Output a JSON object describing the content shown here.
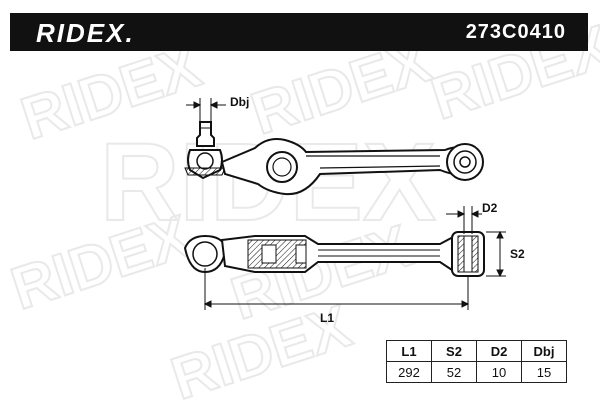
{
  "header": {
    "brand": "RIDEX.",
    "part_number": "273C0410"
  },
  "watermark": {
    "text": "RIDEX"
  },
  "dimensions": {
    "dbj_label": "Dbj",
    "d2_label": "D2",
    "s2_label": "S2",
    "l1_label": "L1"
  },
  "spec_table": {
    "headers": [
      "L1",
      "S2",
      "D2",
      "Dbj"
    ],
    "values": [
      "292",
      "52",
      "10",
      "15"
    ]
  },
  "colors": {
    "header_bg": "#111111",
    "line": "#111111",
    "watermark": "#e9e9e9"
  }
}
